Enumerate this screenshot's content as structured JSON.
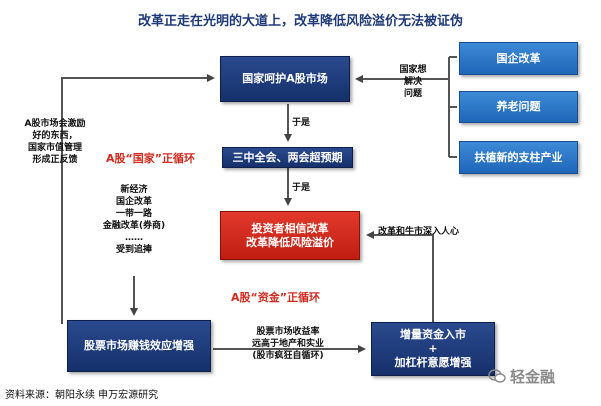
{
  "title": "改革正走在光明的大道上，改革降低风险溢价无法被证伪",
  "boxes": {
    "protect": "国家呵护A股市场",
    "plenum": "三中全会、两会超预期",
    "investors": "投资者相信改革\n改革降低风险溢价",
    "wealth": "股票市场赚钱效应增强",
    "capital": "增量资金入市\n+\n加杠杆意愿增强",
    "soe": "国企改革",
    "pension": "养老问题",
    "industry": "扶植新的支柱产业"
  },
  "labels": {
    "want": "国家想\n解决\n问题",
    "so1": "于是",
    "so2": "于是",
    "left_feedback": "A股市场会激励\n好的东西，\n国家市值管理\n形成正反馈",
    "themes": "新经济\n国企改革\n一带一路\n金融改革(券商)\n……\n受到追捧",
    "reform_deep": "改革和牛市深入人心",
    "returns": "股票市场收益率\n远高于地产和实业\n(股市疯狂自循环)"
  },
  "loops": {
    "state": "A股“国家”正循环",
    "capital": "A股“资金”正循环"
  },
  "footer": {
    "source": "资料来源：朝阳永续  申万宏源研究",
    "watermark": "轻金融"
  },
  "colors": {
    "navy": "#1b3a7a",
    "blue": "#2a76c6",
    "red": "#d0271b",
    "loop_text": "#d32a1e",
    "title": "#1f3a78"
  }
}
